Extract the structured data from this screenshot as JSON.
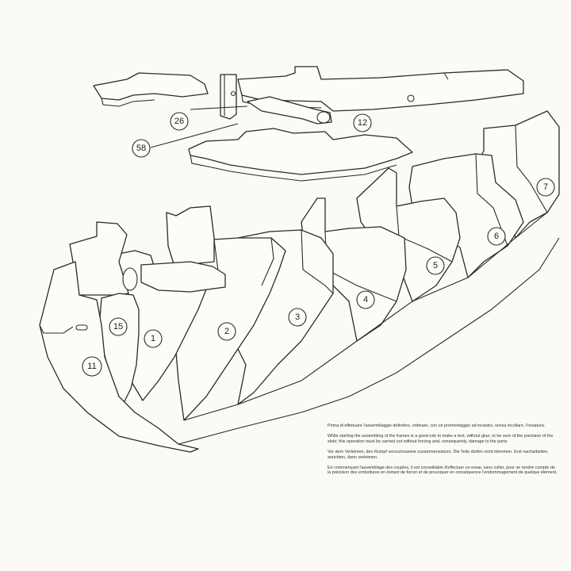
{
  "part_labels": [
    "26",
    "12",
    "58",
    "7",
    "6",
    "5",
    "4",
    "3",
    "2",
    "1",
    "15",
    "11"
  ],
  "instructions": {
    "italian": "Prima di effettuare l'assemblaggio definitivo, ordinare, con un premontaggio ad incastro, senza incollare, l'ossatura.",
    "english": "While starting the assembling of the frames is a good rule to make a test, without glue, to be sure of the precision of the slots; this operation must be carried out without forcing and, consequently, damage to the parts.",
    "german": "Vor dem Verleimen, den Rumpf versuchsweise zusammensetzen. Die Teile dürfen nicht klemmen. Erst nacharbeiten, anrichten, dann verleimen.",
    "french": "En commençant l'assemblage des couples, il est conseillable d'effectuer un essai, sans coller, pour se rendre compte de la précision des emboitures en évitant de forcer et de provoquer en conséquence l'endommagement de quelque élément."
  }
}
